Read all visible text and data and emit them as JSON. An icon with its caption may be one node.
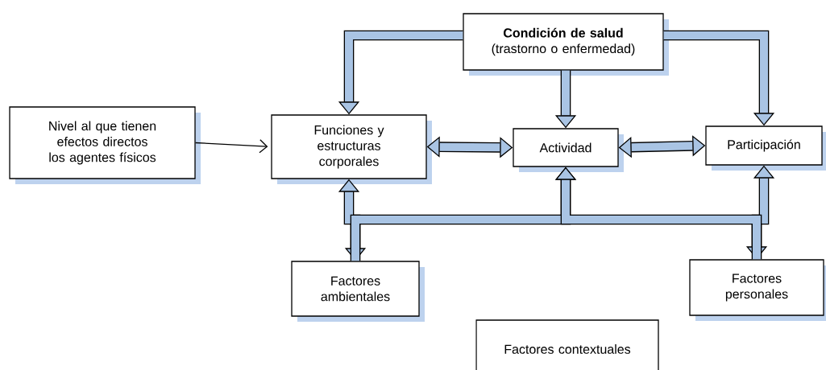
{
  "diagram": {
    "nodes": [
      {
        "text": [
          "Condición de salud",
          "(trastorno o enfermedad)"
        ]
      },
      {
        "text": [
          "Nivel al que tienen efectos directos los agentes físicos"
        ]
      },
      {
        "text": [
          "Funciones y estructuras corporales"
        ]
      },
      {
        "text": [
          "Actividad"
        ]
      },
      {
        "text": [
          "Participación"
        ]
      },
      {
        "text": [
          "Factores ambientales"
        ]
      },
      {
        "text": [
          "Factores personales"
        ]
      },
      {
        "text": [
          "Factores contextuales"
        ]
      }
    ],
    "edges": [
      {
        "from": 0,
        "to": 2,
        "arrow": "to"
      },
      {
        "from": 0,
        "to": 3,
        "arrow": "to"
      },
      {
        "from": 0,
        "to": 4,
        "arrow": "to"
      },
      {
        "from": 1,
        "to": 2,
        "arrow": "to"
      },
      {
        "from": 2,
        "to": 3,
        "arrow": "both"
      },
      {
        "from": 3,
        "to": 4,
        "arrow": "both"
      },
      {
        "from": 5,
        "to": 2,
        "arrow": "both"
      },
      {
        "from": 5,
        "to": 3,
        "arrow": "to"
      },
      {
        "from": 6,
        "to": 4,
        "arrow": "both"
      },
      {
        "from": 6,
        "to": 3,
        "arrow": "to"
      }
    ]
  }
}
